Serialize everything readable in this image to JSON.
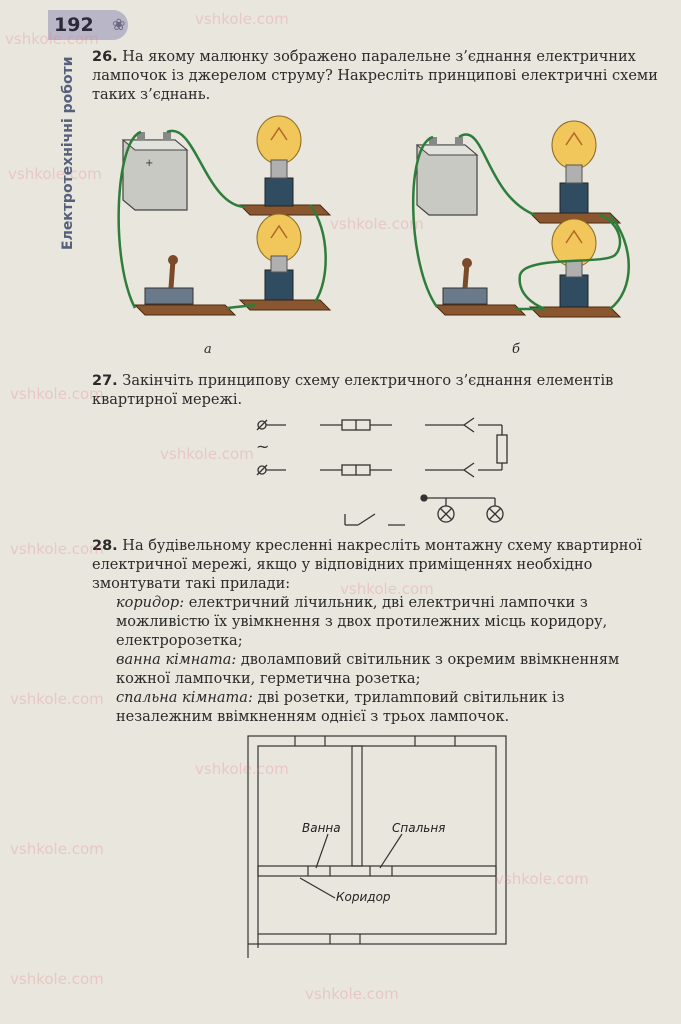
{
  "header": {
    "page_number": "192",
    "section_title": "Електротехнічні роботи"
  },
  "task26": {
    "number": "26.",
    "text": "На якому малюнку зображено паралельне з’єднання електричних лампочок із джерелом струму? Накресліть принципові електричні схеми таких з’єднань.",
    "figure_a_label": "а",
    "figure_b_label": "б"
  },
  "task27": {
    "number": "27.",
    "text": "Закінчіть принципову схему електричного з’єднання елементів квартирної мережі.",
    "ac_symbol": "~"
  },
  "task28": {
    "number": "28.",
    "intro": "На будівельному кресленні накресліть монтажну схему квартирної електричної мережі, якщо у відповідних приміщеннях необхідно змонтувати такі прилади:",
    "items": [
      {
        "room": "коридор:",
        "text": " електричний лічильник, дві електричні лампочки з можливістю їх увімкнення з двох протилежних місць коридору, електророзетка;"
      },
      {
        "room": "ванна кімната:",
        "text": " дволамповий світильник з окремим ввімкненням кожної лампочки, герметична розетка;"
      },
      {
        "room": "спальна кімната:",
        "text": " дві розетки, трилamповий світильник із незалежним ввімкненням однієї з трьох лампочок."
      }
    ],
    "plan_labels": {
      "bathroom": "Ванна",
      "bedroom": "Спальня",
      "corridor": "Коридор"
    }
  },
  "watermark": "vshkole.com",
  "colors": {
    "page_bg": "#e9e6de",
    "wire": "#2e7d3a",
    "lamp_glow": "#f1c65a",
    "board": "#7a4a2a"
  }
}
